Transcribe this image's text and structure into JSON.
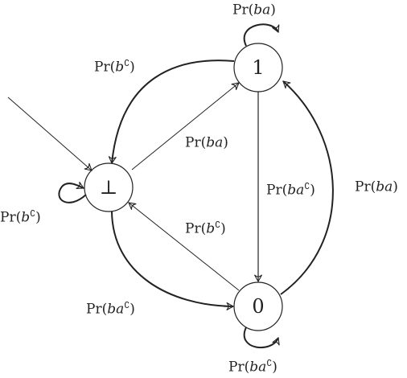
{
  "nodes": {
    "bottom": {
      "label": "⊥"
    },
    "one": {
      "label": "1"
    },
    "zero": {
      "label": "0"
    }
  },
  "edges": {
    "one_self": {
      "fn": "Pr(",
      "v": "ba",
      "sup": "",
      "close": ")"
    },
    "one_bottom": {
      "fn": "Pr(",
      "v": "b",
      "sup": "∁",
      "close": ")"
    },
    "bottom_one": {
      "fn": "Pr(",
      "v": "ba",
      "sup": "",
      "close": ")"
    },
    "one_zero": {
      "fn": "Pr(",
      "v": "ba",
      "sup": "∁",
      "close": ")"
    },
    "zero_one": {
      "fn": "Pr(",
      "v": "ba",
      "sup": "",
      "close": ")"
    },
    "zero_bottom": {
      "fn": "Pr(",
      "v": "b",
      "sup": "∁",
      "close": ")"
    },
    "bottom_self": {
      "fn": "Pr(",
      "v": "b",
      "sup": "∁",
      "close": ")"
    },
    "bottom_zero": {
      "fn": "Pr(",
      "v": "ba",
      "sup": "∁",
      "close": ")"
    },
    "zero_self": {
      "fn": "Pr(",
      "v": "ba",
      "sup": "∁",
      "close": ")"
    }
  }
}
